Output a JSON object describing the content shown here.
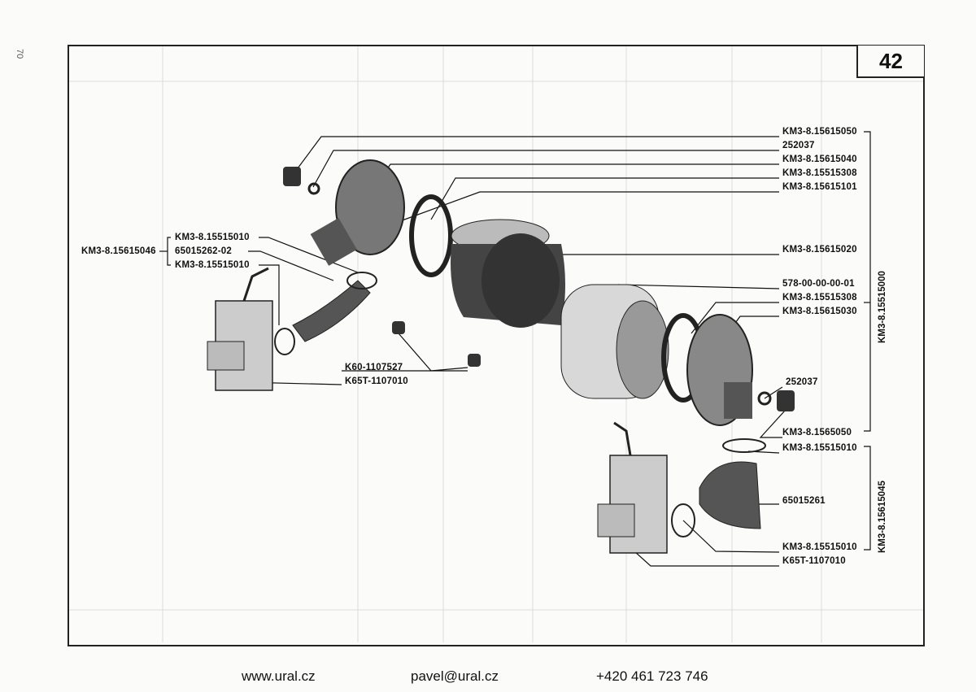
{
  "page": {
    "number": "42",
    "side_mark": "70"
  },
  "labels_right_top": [
    "KM3-8.15615050",
    "252037",
    "KM3-8.15615040",
    "KM3-8.15515308",
    "KM3-8.15615101",
    "KM3-8.15615020",
    "578-00-00-00-01",
    "KM3-8.15515308",
    "KM3-8.15615030"
  ],
  "labels_right_bottom": [
    "252037",
    "KM3-8.1565050",
    "KM3-8.15515010",
    "65015261",
    "KM3-8.15515010",
    "K65T-1107010"
  ],
  "assembly_labels": {
    "upper": "KM3-8.15515000",
    "lower": "KM3-8.15615045"
  },
  "labels_left": {
    "group": "KM3-8.15615046",
    "items": [
      "KM3-8.15515010",
      "65015262-02",
      "KM3-8.15515010"
    ],
    "plug": "K60-1107527",
    "carburetor": "K65T-1107010"
  },
  "footer": {
    "website": "www.ural.cz",
    "email": "pavel@ural.cz",
    "phone": "+420 461 723 746"
  }
}
